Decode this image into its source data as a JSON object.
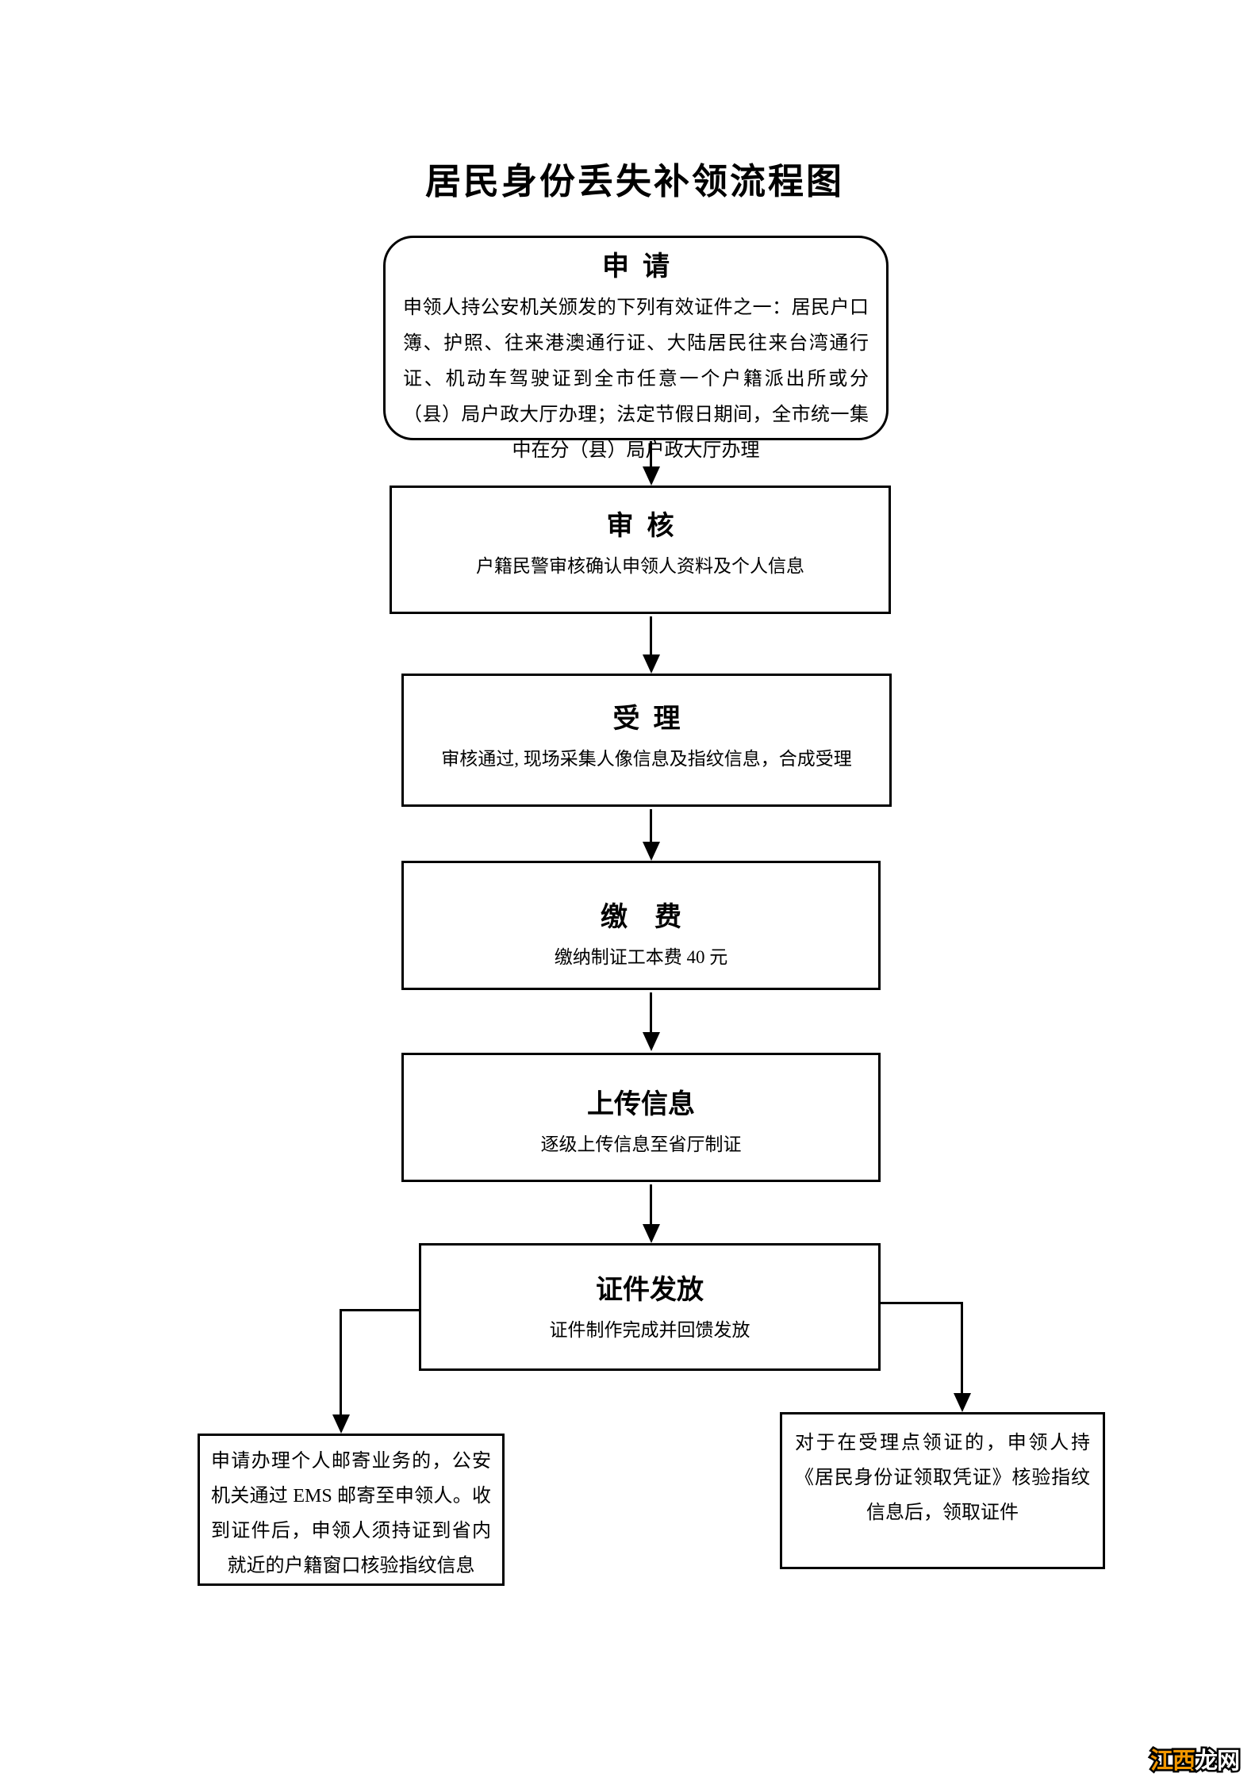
{
  "page": {
    "title": "居民身份丢失补领流程图"
  },
  "colors": {
    "ink": "#000000",
    "paper": "#ffffff",
    "wm-orange": "#f39800",
    "wm-white": "#ffffff"
  },
  "flow": {
    "steps": [
      {
        "name": "apply",
        "title": "申  请",
        "body": "申领人持公安机关颁发的下列有效证件之一：居民户口簿、护照、往来港澳通行证、大陆居民往来台湾通行证、机动车驾驶证到全市任意一个户籍派出所或分（县）局户政大厅办理；法定节假日期间，全市统一集中在分（县）局户政大厅办理"
      },
      {
        "name": "review",
        "title": "审  核",
        "body": "户籍民警审核确认申领人资料及个人信息"
      },
      {
        "name": "accept",
        "title": "受  理",
        "body": "审核通过, 现场采集人像信息及指纹信息，合成受理"
      },
      {
        "name": "pay",
        "title": "缴　费",
        "body": "缴纳制证工本费 40 元"
      },
      {
        "name": "upload",
        "title": "上传信息",
        "body": "逐级上传信息至省厅制证"
      },
      {
        "name": "issue",
        "title": "证件发放",
        "body": "证件制作完成并回馈发放"
      }
    ],
    "branches": {
      "mail": "申请办理个人邮寄业务的，公安机关通过 EMS 邮寄至申领人。收到证件后，申领人须持证到省内就近的户籍窗口核验指纹信息",
      "pickup": "对于在受理点领证的，申领人持《居民身份证领取凭证》核验指纹信息后，领取证件"
    }
  },
  "watermark": {
    "text_left": "江西",
    "text_right": "龙网"
  }
}
